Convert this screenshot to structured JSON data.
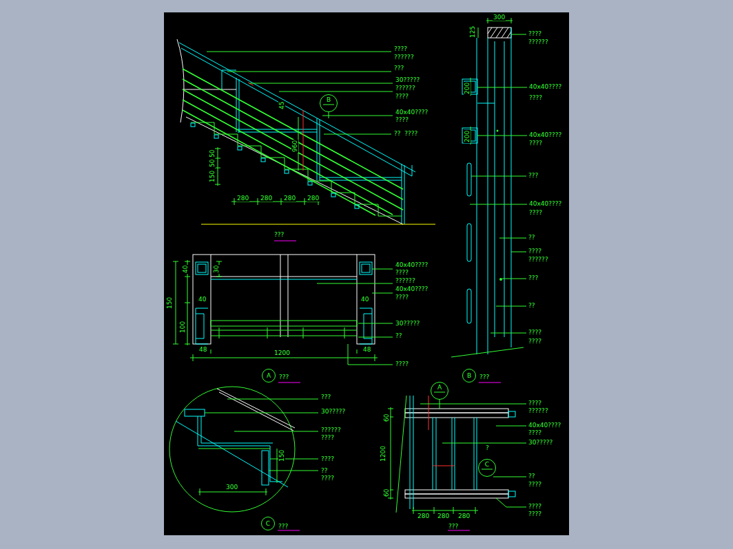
{
  "diagram": {
    "nodes": [
      {
        "text": [
          "B"
        ]
      },
      {
        "text": [
          "A"
        ]
      },
      {
        "text": [
          "B"
        ]
      },
      {
        "text": [
          "A"
        ]
      },
      {
        "text": [
          "C"
        ]
      },
      {
        "text": [
          "C"
        ]
      }
    ],
    "labels": [
      "????",
      "??????",
      "???",
      "30?????",
      "??????",
      "????",
      "40x40????",
      "????",
      "??  ????",
      "280",
      "280",
      "280",
      "280",
      "150",
      "50",
      "50",
      "960",
      "45",
      "???",
      "40",
      "30",
      "150",
      "40",
      "40",
      "100",
      "48",
      "48",
      "1200",
      "40x40????",
      "????",
      "??????",
      "40x40????",
      "????",
      "30?????",
      "??",
      "????",
      "???",
      "300",
      "125",
      "????",
      "??????",
      "200",
      "40x40????",
      "????",
      "200",
      "40x40????",
      "????",
      "???",
      "40x40????",
      "????",
      "??",
      "????",
      "??????",
      "???",
      "??",
      "????",
      "????",
      "???",
      "???",
      "30?????",
      "??????",
      "????",
      "????",
      "??",
      "????",
      "300",
      "150",
      "???",
      "????",
      "??????",
      "40x40????",
      "????",
      "30?????",
      "?",
      "??",
      "????",
      "????",
      "????",
      "60",
      "1200",
      "60",
      "280",
      "280",
      "280",
      "???"
    ]
  }
}
